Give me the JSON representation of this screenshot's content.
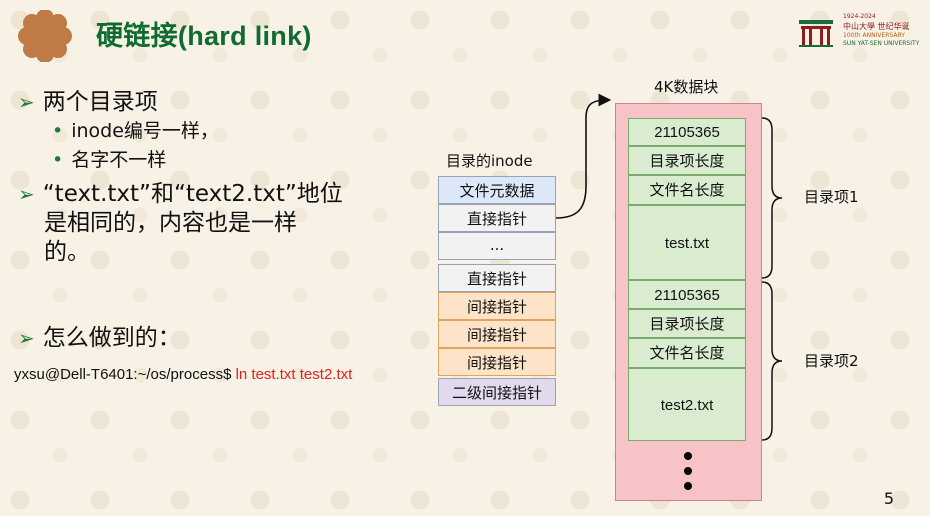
{
  "header": {
    "title": "硬链接(hard link)",
    "university_logo": {
      "years": "1924-2024",
      "name_cn": "中山大學 世纪华诞",
      "anniversary": "100th ANNIVERSARY",
      "name_en": "SUN YAT-SEN UNIVERSITY"
    }
  },
  "left": {
    "bullet1": "两个目录项",
    "sub1": "inode编号一样，",
    "sub2": "名字不一样",
    "bullet2_line1": "“text.txt”和“text2.txt”地位",
    "bullet2_line2": "是相同的，内容也是一样",
    "bullet2_line3": "的。",
    "bullet3": "怎么做到的：",
    "cmd_prompt": "yxsu@Dell-T6401:~/os/process$ ",
    "cmd_text": "ln test.txt test2.txt"
  },
  "inode": {
    "label": "目录的inode",
    "cells": [
      "文件元数据",
      "直接指针",
      "...",
      "直接指针",
      "间接指针",
      "间接指针",
      "间接指针",
      "二级间接指针"
    ]
  },
  "block": {
    "label": "4K数据块",
    "entry1": {
      "inode_no": "21105365",
      "len_label": "目录项长度",
      "name_len_label": "文件名长度",
      "filename": "test.txt",
      "brace_label": "目录项1"
    },
    "entry2": {
      "inode_no": "21105365",
      "len_label": "目录项长度",
      "name_len_label": "文件名长度",
      "filename": "test2.txt",
      "brace_label": "目录项2"
    }
  },
  "page_number": "5",
  "colors": {
    "title": "#0f6b2f",
    "accent": "#1d7a34",
    "command": "#e0211c"
  }
}
